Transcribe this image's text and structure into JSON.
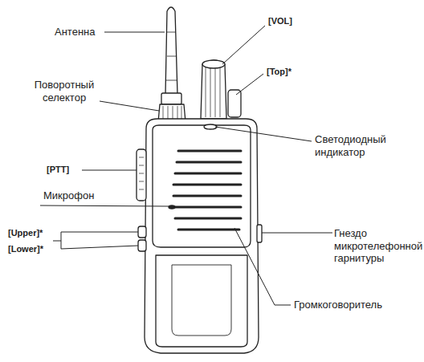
{
  "diagram": {
    "labels": [
      "Антенна",
      "[VOL]",
      "Поворотный селектор",
      "[Top]*",
      "Светодиодный индикатор",
      "[PTT]",
      "Микрофон",
      "[Upper]*",
      "[Lower]*",
      "Гнездо микротелефонной гарнитуры",
      "Громкоговоритель"
    ]
  }
}
